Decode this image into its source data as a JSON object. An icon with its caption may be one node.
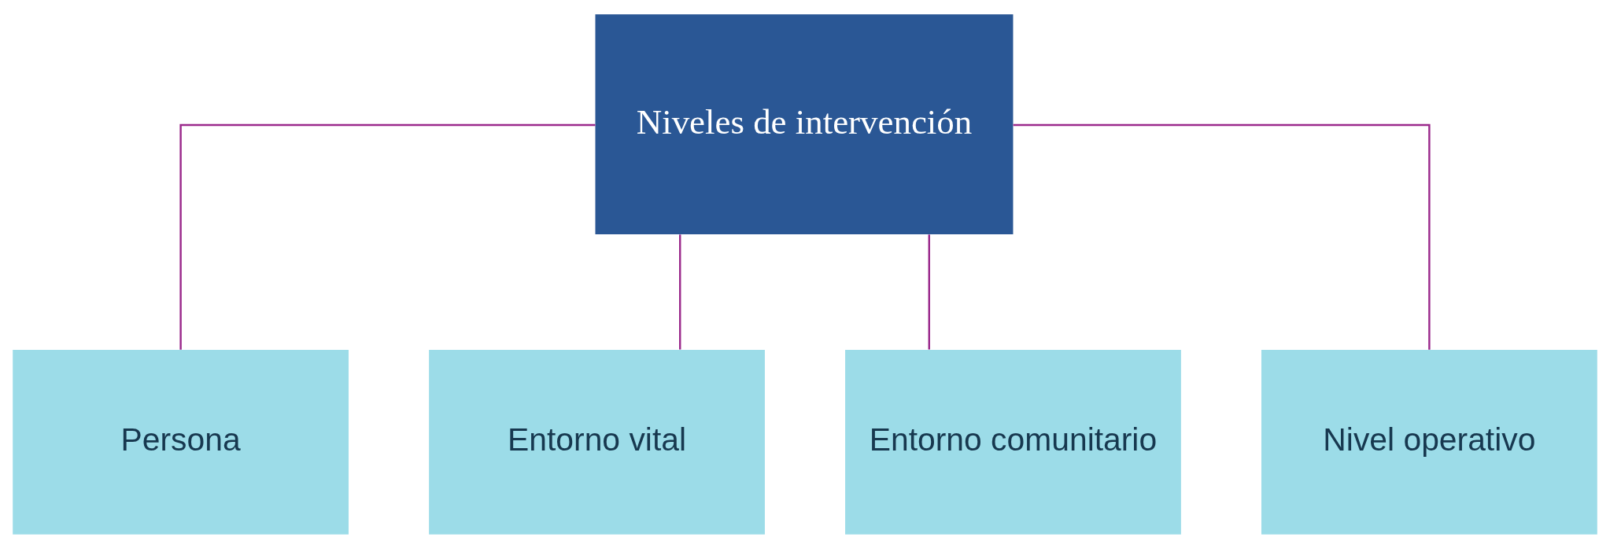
{
  "diagram": {
    "nodes": [
      {
        "text": [
          "Niveles de intervención"
        ]
      },
      {
        "text": [
          "Persona"
        ]
      },
      {
        "text": [
          "Entorno vital"
        ]
      },
      {
        "text": [
          "Entorno comunitario"
        ]
      },
      {
        "text": [
          "Nivel operativo"
        ]
      }
    ],
    "edges": [
      {
        "from": 0,
        "to": 1,
        "arrow": "none"
      },
      {
        "from": 0,
        "to": 2,
        "arrow": "none"
      },
      {
        "from": 0,
        "to": 3,
        "arrow": "none"
      },
      {
        "from": 0,
        "to": 4,
        "arrow": "none"
      }
    ]
  }
}
